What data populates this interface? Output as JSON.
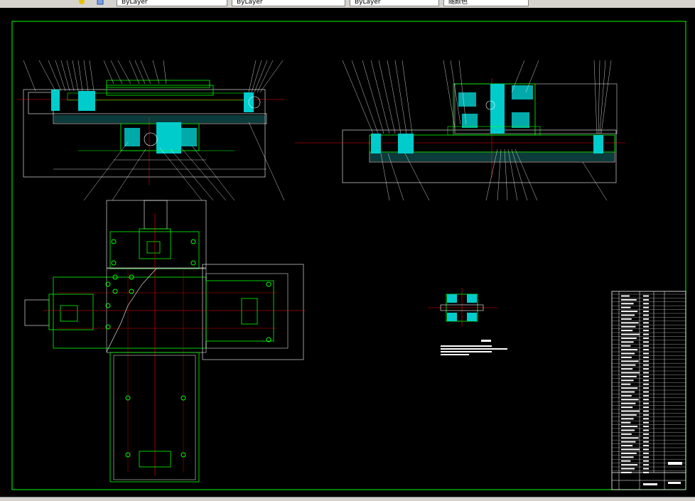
{
  "toolbar": {
    "items": [
      {
        "label": "ByLayer"
      },
      {
        "label": "ByLayer"
      },
      {
        "label": "ByLayer"
      },
      {
        "label": "随颜色"
      }
    ]
  },
  "colors": {
    "background": "#000000",
    "frame": "#00ff00",
    "part": "#00ffff",
    "center_line": "#ff0000",
    "outline": "#ffffff",
    "annotation": "#ffffff"
  }
}
